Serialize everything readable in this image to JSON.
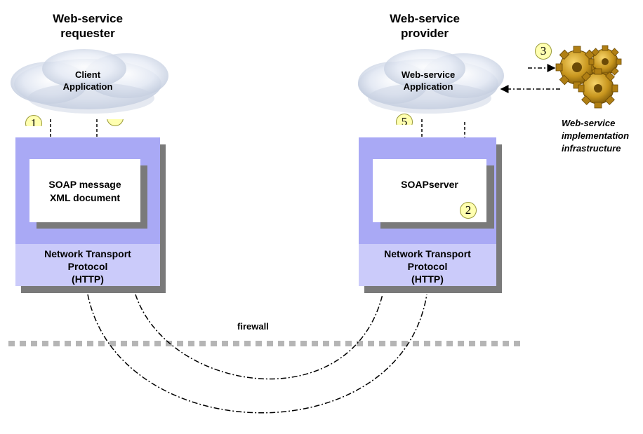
{
  "requester": {
    "heading": "Web-service\nrequester",
    "cloud_label": "Client\nApplication",
    "inner_label": "SOAP message\nXML document",
    "protocol_label": "Network Transport\nProtocol\n(HTTP)"
  },
  "provider": {
    "heading": "Web-service\nprovider",
    "cloud_label": "Web-service\nApplication",
    "inner_label": "SOAPserver",
    "protocol_label": "Network Transport\nProtocol\n(HTTP)"
  },
  "infrastructure": {
    "label": "Web-service\nimplementation\ninfrastructure",
    "icon": "gears-icon"
  },
  "firewall": {
    "label": "firewall"
  },
  "steps": [
    "1",
    "2",
    "3",
    "5"
  ],
  "colors": {
    "outer_box": "#a9a9f5",
    "protocol_band": "#cbcbfa",
    "shadow": "#7a7a7a",
    "step_fill": "#ffffb0",
    "gear": "#c8961e",
    "firewall": "#b5b5b5"
  }
}
